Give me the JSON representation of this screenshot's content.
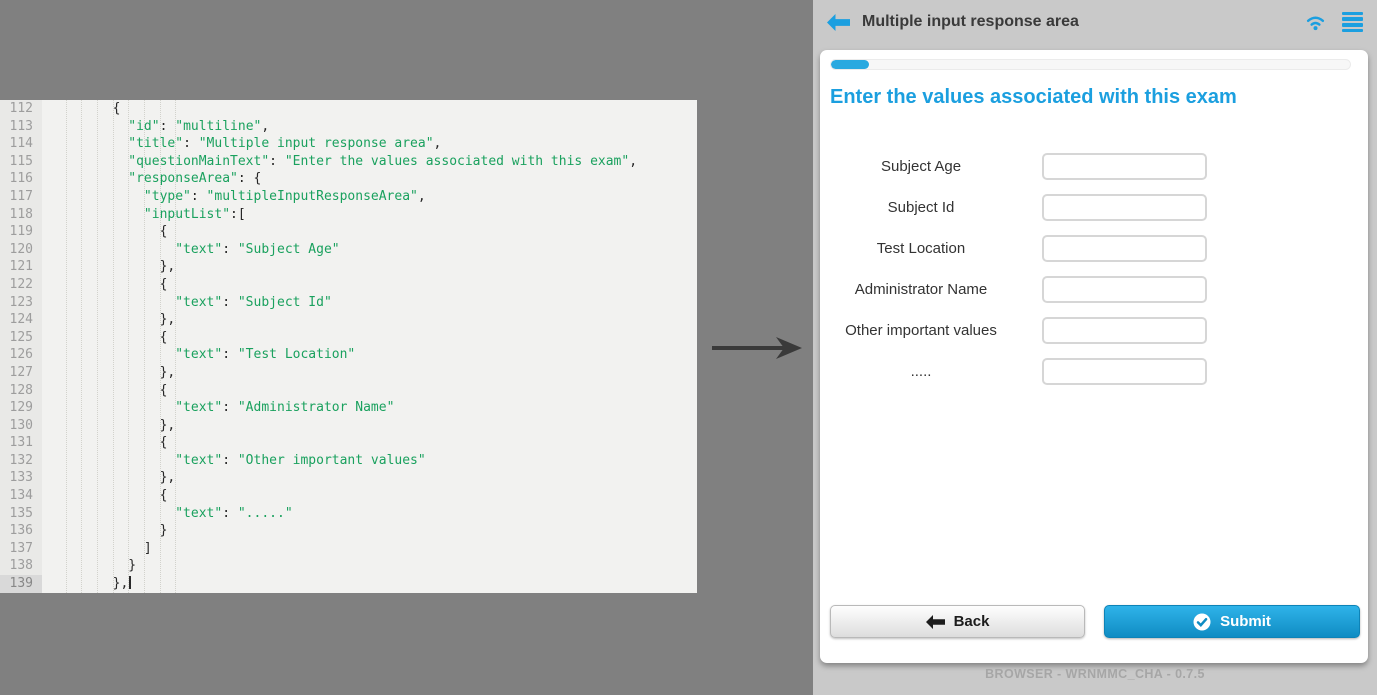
{
  "colors": {
    "accent_blue": "#1b9fe0",
    "title_blue": "#1b9fdf",
    "progress_blue": "#29a9e0",
    "code_string_green": "#1aa15e",
    "background_gray": "#808080",
    "panel_gray": "#c9c9c9"
  },
  "editor": {
    "current_line": 139,
    "lines": [
      {
        "n": 112,
        "code": "        {"
      },
      {
        "n": 113,
        "code": "          \"id\": \"multiline\","
      },
      {
        "n": 114,
        "code": "          \"title\": \"Multiple input response area\","
      },
      {
        "n": 115,
        "code": "          \"questionMainText\": \"Enter the values associated with this exam\","
      },
      {
        "n": 116,
        "code": "          \"responseArea\": {"
      },
      {
        "n": 117,
        "code": "            \"type\": \"multipleInputResponseArea\","
      },
      {
        "n": 118,
        "code": "            \"inputList\":["
      },
      {
        "n": 119,
        "code": "              {"
      },
      {
        "n": 120,
        "code": "                \"text\": \"Subject Age\""
      },
      {
        "n": 121,
        "code": "              },"
      },
      {
        "n": 122,
        "code": "              {"
      },
      {
        "n": 123,
        "code": "                \"text\": \"Subject Id\""
      },
      {
        "n": 124,
        "code": "              },"
      },
      {
        "n": 125,
        "code": "              {"
      },
      {
        "n": 126,
        "code": "                \"text\": \"Test Location\""
      },
      {
        "n": 127,
        "code": "              },"
      },
      {
        "n": 128,
        "code": "              {"
      },
      {
        "n": 129,
        "code": "                \"text\": \"Administrator Name\""
      },
      {
        "n": 130,
        "code": "              },"
      },
      {
        "n": 131,
        "code": "              {"
      },
      {
        "n": 132,
        "code": "                \"text\": \"Other important values\""
      },
      {
        "n": 133,
        "code": "              },"
      },
      {
        "n": 134,
        "code": "              {"
      },
      {
        "n": 135,
        "code": "                \"text\": \".....\""
      },
      {
        "n": 136,
        "code": "              }"
      },
      {
        "n": 137,
        "code": "            ]"
      },
      {
        "n": 138,
        "code": "          }"
      },
      {
        "n": 139,
        "code": "        },"
      }
    ]
  },
  "preview": {
    "header": {
      "title": "Multiple input response area",
      "icons": [
        "back-arrow-icon",
        "wifi-icon",
        "hamburger-menu-icon"
      ]
    },
    "progress_percent": 7,
    "question": "Enter the values associated with this exam",
    "fields": [
      {
        "label": "Subject Age",
        "value": ""
      },
      {
        "label": "Subject Id",
        "value": ""
      },
      {
        "label": "Test Location",
        "value": ""
      },
      {
        "label": "Administrator Name",
        "value": ""
      },
      {
        "label": "Other important values",
        "value": ""
      },
      {
        "label": ".....",
        "value": ""
      }
    ],
    "buttons": {
      "back": "Back",
      "submit": "Submit"
    },
    "footer": "BROWSER - WRNMMC_CHA - 0.7.5"
  }
}
